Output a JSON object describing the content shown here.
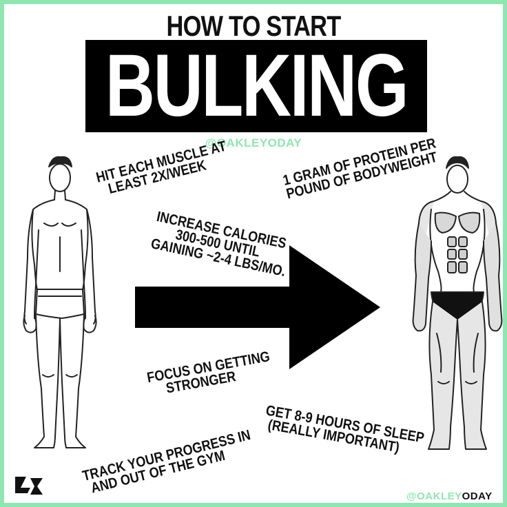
{
  "title": {
    "top": "HOW TO START",
    "main": "BULKING"
  },
  "handle": {
    "top": "@OAKLEYODAY",
    "bottom_accent": "@OAKLEY",
    "bottom_rest": "ODAY"
  },
  "tips": [
    {
      "lines": [
        "HIT EACH MUSCLE  AT",
        "LEAST 2X/WEEK"
      ]
    },
    {
      "lines": [
        "1 GRAM OF PROTEIN PER",
        "POUND OF BODYWEIGHT"
      ]
    },
    {
      "lines": [
        "INCREASE CALORIES",
        "300-500 UNTIL",
        "GAINING ~2-4 LBS/MO."
      ]
    },
    {
      "lines": [
        "FOCUS ON GETTING",
        "STRONGER"
      ]
    },
    {
      "lines": [
        "GET 8-9 HOURS OF SLEEP",
        "(REALLY IMPORTANT)"
      ]
    },
    {
      "lines": [
        "TRACK YOUR PROGRESS IN",
        "AND OUT OF THE GYM"
      ]
    }
  ],
  "colors": {
    "accent": "#8ee7b0",
    "text": "#111111",
    "title_box": "#000000"
  },
  "icons": {
    "arrow": "right-arrow-icon",
    "logo": "brand-logo-icon"
  }
}
